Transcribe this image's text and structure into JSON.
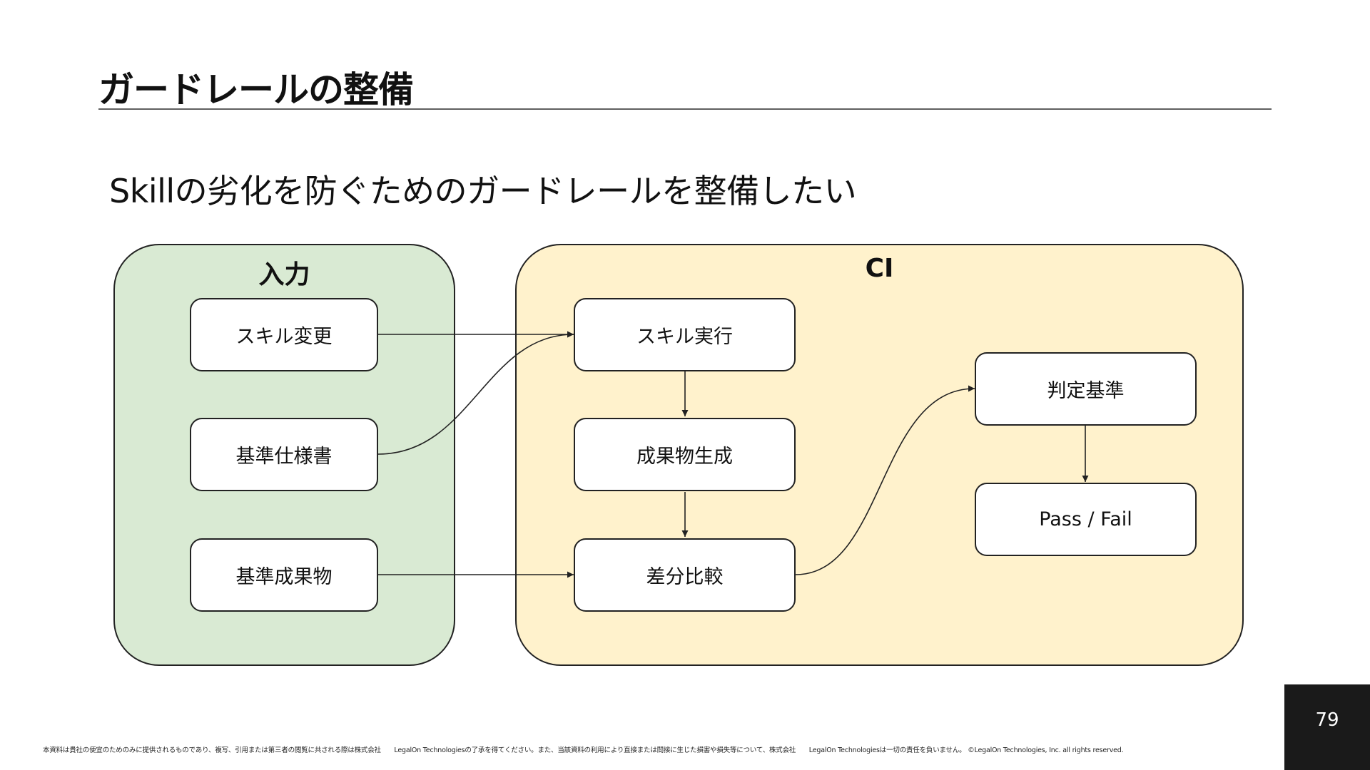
{
  "slide": {
    "title": "ガードレールの整備",
    "subtitle": "Skillの劣化を防ぐためのガードレールを整備したい",
    "page_number": "79",
    "footer": "本資料は貴社の便宜のためのみに提供されるものであり、複写、引用または第三者の閲覧に共される際は株式会社　　LegalOn Technologiesの了承を得てください。また、当該資料の利用により直接または間接に生じた損害や損失等について、株式会社　　LegalOn Technologiesは一切の責任を負いません。 ©LegalOn Technologies, Inc. all rights reserved."
  },
  "diagram": {
    "groups": {
      "input": {
        "label": "入力",
        "color": "#d9ead3"
      },
      "ci": {
        "label": "CI",
        "color": "#fff2cc"
      }
    },
    "nodes": {
      "skill_change": "スキル変更",
      "base_spec": "基準仕様書",
      "base_artifact": "基準成果物",
      "skill_run": "スキル実行",
      "artifact_gen": "成果物生成",
      "diff_compare": "差分比較",
      "criteria": "判定基準",
      "pass_fail": "Pass / Fail"
    },
    "edges": [
      [
        "skill_change",
        "skill_run"
      ],
      [
        "base_spec",
        "skill_run"
      ],
      [
        "base_artifact",
        "diff_compare"
      ],
      [
        "skill_run",
        "artifact_gen"
      ],
      [
        "artifact_gen",
        "diff_compare"
      ],
      [
        "diff_compare",
        "criteria"
      ],
      [
        "criteria",
        "pass_fail"
      ]
    ]
  }
}
